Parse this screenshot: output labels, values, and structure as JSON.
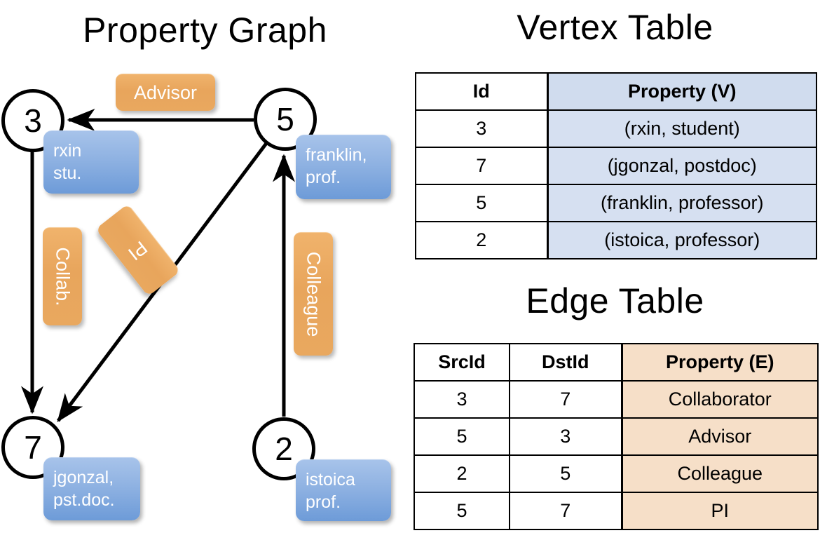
{
  "titles": {
    "property_graph": "Property Graph",
    "vertex_table": "Vertex Table",
    "edge_table": "Edge Table"
  },
  "graph": {
    "nodes": [
      {
        "id": "3",
        "label": "3",
        "property": "rxin\nstu.",
        "prop_line1": "rxin",
        "prop_line2": "stu."
      },
      {
        "id": "5",
        "label": "5",
        "property": "franklin, prof.",
        "prop_line1": "franklin,",
        "prop_line2": "prof."
      },
      {
        "id": "7",
        "label": "7",
        "property": "jgonzal, pst.doc.",
        "prop_line1": "jgonzal,",
        "prop_line2": "pst.doc."
      },
      {
        "id": "2",
        "label": "2",
        "property": "istoica prof.",
        "prop_line1": "istoica",
        "prop_line2": "prof."
      }
    ],
    "edge_labels": [
      {
        "name": "advisor",
        "text": "Advisor"
      },
      {
        "name": "collab",
        "text": "Collab."
      },
      {
        "name": "pi",
        "text": "PI"
      },
      {
        "name": "colleague",
        "text": "Colleague"
      }
    ],
    "edges": [
      {
        "src": "5",
        "dst": "3",
        "label": "Advisor"
      },
      {
        "src": "3",
        "dst": "7",
        "label": "Collab."
      },
      {
        "src": "5",
        "dst": "7",
        "label": "PI"
      },
      {
        "src": "2",
        "dst": "5",
        "label": "Colleague"
      }
    ]
  },
  "vertex_table": {
    "headers": [
      "Id",
      "Property (V)"
    ],
    "rows": [
      {
        "id": "3",
        "property": "(rxin, student)"
      },
      {
        "id": "7",
        "property": "(jgonzal, postdoc)"
      },
      {
        "id": "5",
        "property": "(franklin, professor)"
      },
      {
        "id": "2",
        "property": "(istoica, professor)"
      }
    ]
  },
  "edge_table": {
    "headers": [
      "SrcId",
      "DstId",
      "Property (E)"
    ],
    "rows": [
      {
        "src": "3",
        "dst": "7",
        "property": "Collaborator"
      },
      {
        "src": "5",
        "dst": "3",
        "property": "Advisor"
      },
      {
        "src": "2",
        "dst": "5",
        "property": "Colleague"
      },
      {
        "src": "5",
        "dst": "7",
        "property": "PI"
      }
    ]
  },
  "colors": {
    "vertex_property_fill": "#d6e0f1",
    "edge_property_fill": "#f6dfc8",
    "node_callout": "#8fb2e2",
    "edge_badge": "#e8a55c",
    "stroke": "#000000"
  }
}
